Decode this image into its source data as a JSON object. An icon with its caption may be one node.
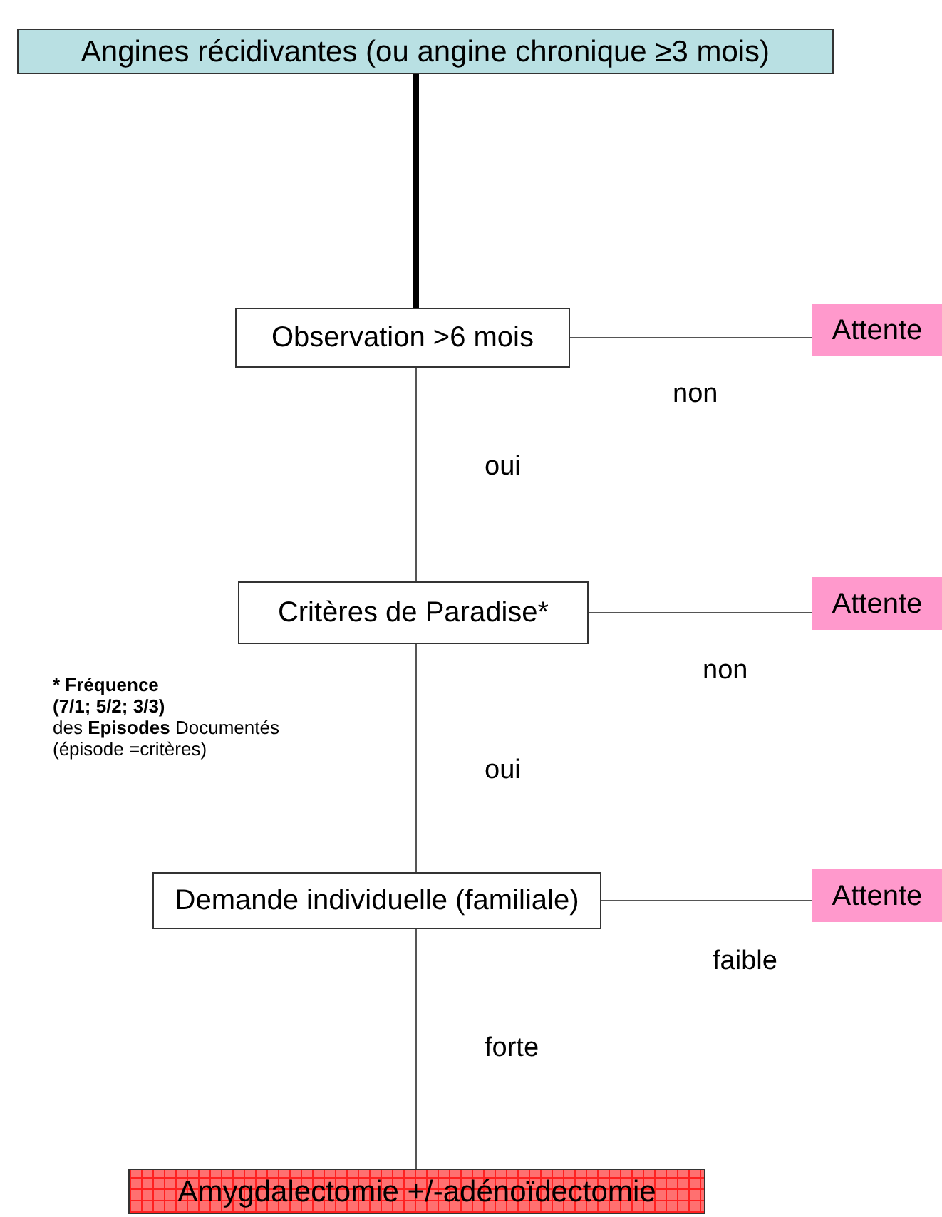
{
  "diagram": {
    "nodes": [
      {
        "text": [
          "Angines récidivantes (ou angine chronique ≥3 mois)"
        ]
      },
      {
        "text": [
          "Observation >6 mois"
        ]
      },
      {
        "text": [
          "Attente"
        ]
      },
      {
        "text": [
          "Critères de Paradise*"
        ]
      },
      {
        "text": [
          "Attente"
        ]
      },
      {
        "text": [
          "Demande individuelle (familiale)"
        ]
      },
      {
        "text": [
          "Attente"
        ]
      },
      {
        "text": [
          "Amygdalectomie +/-adénoïdectomie"
        ]
      }
    ],
    "edges": [
      {
        "from": 0,
        "to": 1,
        "arrow": "none",
        "style": "thick"
      },
      {
        "from": 1,
        "to": 2,
        "arrow": "none",
        "label": "non"
      },
      {
        "from": 1,
        "to": 3,
        "arrow": "none",
        "label": "oui"
      },
      {
        "from": 3,
        "to": 4,
        "arrow": "none",
        "label": "non"
      },
      {
        "from": 3,
        "to": 5,
        "arrow": "none",
        "label": "oui"
      },
      {
        "from": 5,
        "to": 6,
        "arrow": "none",
        "label": "faible"
      },
      {
        "from": 5,
        "to": 7,
        "arrow": "none",
        "label": "forte"
      }
    ],
    "labels": [
      "* Fréquence",
      "(7/1; 5/2; 3/3)",
      "des **Episodes** Documentés",
      "(épisode =critères)"
    ]
  }
}
